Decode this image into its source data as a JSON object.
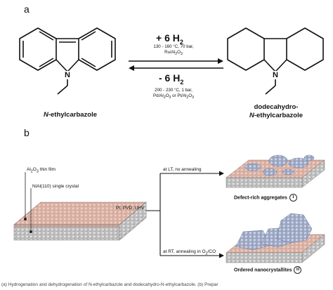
{
  "panel_a": {
    "label": "a",
    "forward": {
      "main": "+ 6 H",
      "sub": "2",
      "cond1": "130 - 160 °C, 70 bar,",
      "cond2_pre": "Ru/Al",
      "cond2_s1": "2",
      "cond2_o": "O",
      "cond2_s2": "3"
    },
    "backward": {
      "main": "- 6 H",
      "sub": "2",
      "cond1": "200 - 230 °C, 1 bar,",
      "cond2_pre": "Pd/Al",
      "cond2_s1": "2",
      "cond2_o": "O",
      "cond2_s2": "3",
      "cond2_mid": " or Pt/Al",
      "cond2_s3": "2",
      "cond2_o2": "O",
      "cond2_s4": "3"
    },
    "left_molecule": {
      "prefix": "N",
      "name": "-ethylcarbazole",
      "n_atom": "N"
    },
    "right_molecule": {
      "line1": "dodecahydro-",
      "prefix": "N",
      "line2": "-ethylcarbazole",
      "n_atom": "N"
    }
  },
  "panel_b": {
    "label": "b",
    "film_label": {
      "pre": "Al",
      "s1": "2",
      "o": "O",
      "s2": "3",
      "rest": " thin film"
    },
    "crystal_label": "NiAl(110) single crystal",
    "process_label": "Pt, PVD, UHV",
    "upper_branch": "at LT, no annealing",
    "lower_branch": {
      "pre": "at RT, annealing in O",
      "s": "2",
      "rest": "/CO"
    },
    "result_top": {
      "label": "Defect-rich aggregates",
      "badge": "I"
    },
    "result_bottom": {
      "label": "Ordered nanocrystallites",
      "badge": "II"
    }
  },
  "caption": "(a) Hydrogenation and dehydrogenation of N-ethylcarbazole and dodecahydro-N-ethylcarbazole. (b) Prepar"
}
